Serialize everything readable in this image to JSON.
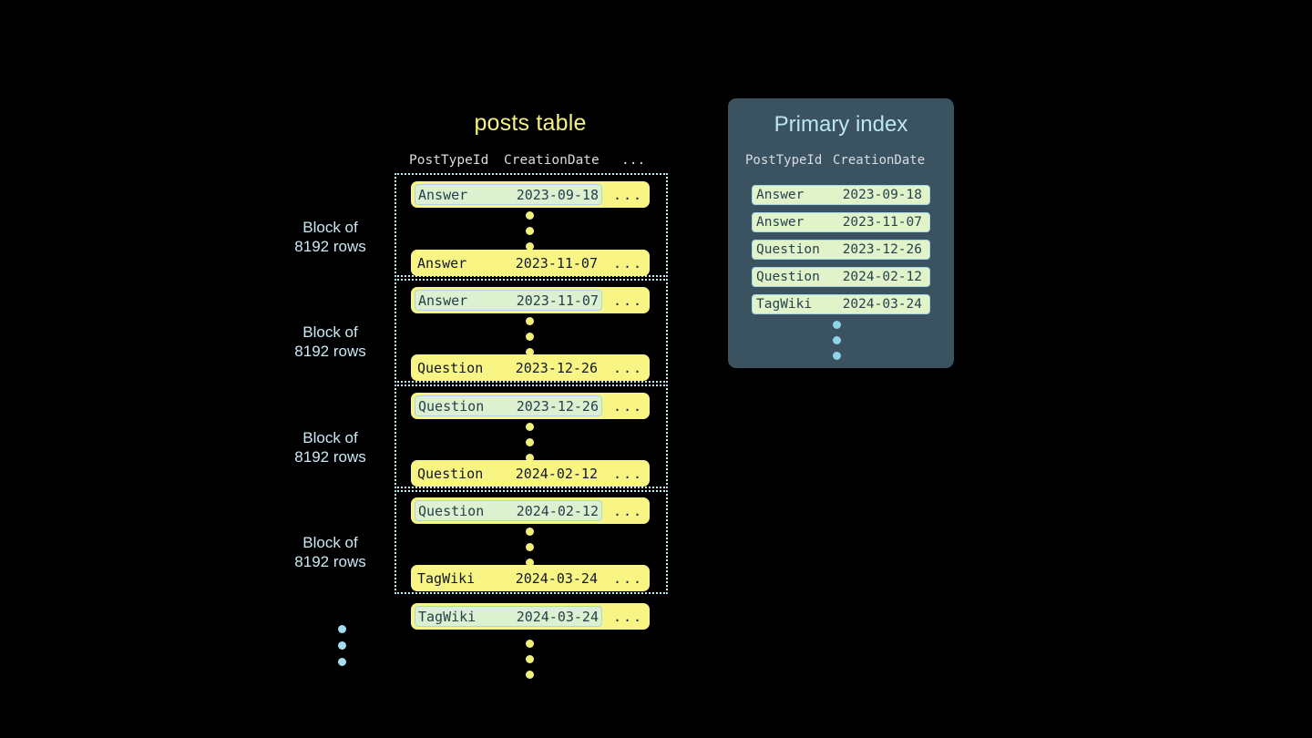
{
  "posts_table": {
    "title": "posts table",
    "columns": [
      "PostTypeId",
      "CreationDate",
      "..."
    ],
    "row_dots_icon": "vertical-ellipsis-icon",
    "blocks": [
      {
        "label_line1": "Block of",
        "label_line2": "8192 rows",
        "first_row": {
          "type": "Answer",
          "date": "2023-09-18",
          "more": "...",
          "highlighted": true
        },
        "last_row": {
          "type": "Answer",
          "date": "2023-11-07",
          "more": "...",
          "highlighted": false
        }
      },
      {
        "label_line1": "Block of",
        "label_line2": "8192 rows",
        "first_row": {
          "type": "Answer",
          "date": "2023-11-07",
          "more": "...",
          "highlighted": true
        },
        "last_row": {
          "type": "Question",
          "date": "2023-12-26",
          "more": "...",
          "highlighted": false
        }
      },
      {
        "label_line1": "Block of",
        "label_line2": "8192 rows",
        "first_row": {
          "type": "Question",
          "date": "2023-12-26",
          "more": "...",
          "highlighted": true
        },
        "last_row": {
          "type": "Question",
          "date": "2024-02-12",
          "more": "...",
          "highlighted": false
        }
      },
      {
        "label_line1": "Block of",
        "label_line2": "8192 rows",
        "first_row": {
          "type": "Question",
          "date": "2024-02-12",
          "more": "...",
          "highlighted": true
        },
        "last_row": {
          "type": "TagWiki",
          "date": "2024-03-24",
          "more": "...",
          "highlighted": false
        }
      }
    ],
    "trailing_row": {
      "type": "TagWiki",
      "date": "2024-03-24",
      "more": "...",
      "highlighted": true
    },
    "trailing_block_dots_icon": "vertical-ellipsis-icon",
    "trailing_row_dots_icon": "vertical-ellipsis-icon"
  },
  "primary_index": {
    "title": "Primary index",
    "columns": [
      "PostTypeId",
      "CreationDate"
    ],
    "rows": [
      {
        "type": "Answer",
        "date": "2023-09-18"
      },
      {
        "type": "Answer",
        "date": "2023-11-07"
      },
      {
        "type": "Question",
        "date": "2023-12-26"
      },
      {
        "type": "Question",
        "date": "2024-02-12"
      },
      {
        "type": "TagWiki",
        "date": "2024-03-24"
      }
    ],
    "more_dots_icon": "vertical-ellipsis-icon"
  },
  "colors": {
    "background": "#000000",
    "row_yellow": "#f8f584",
    "highlight_green": "#ddf0cf",
    "accent_blue": "#a5dcf0",
    "panel_slate": "#3b5261",
    "title_yellow": "#f5f27e",
    "title_blue": "#bbe6f3"
  }
}
